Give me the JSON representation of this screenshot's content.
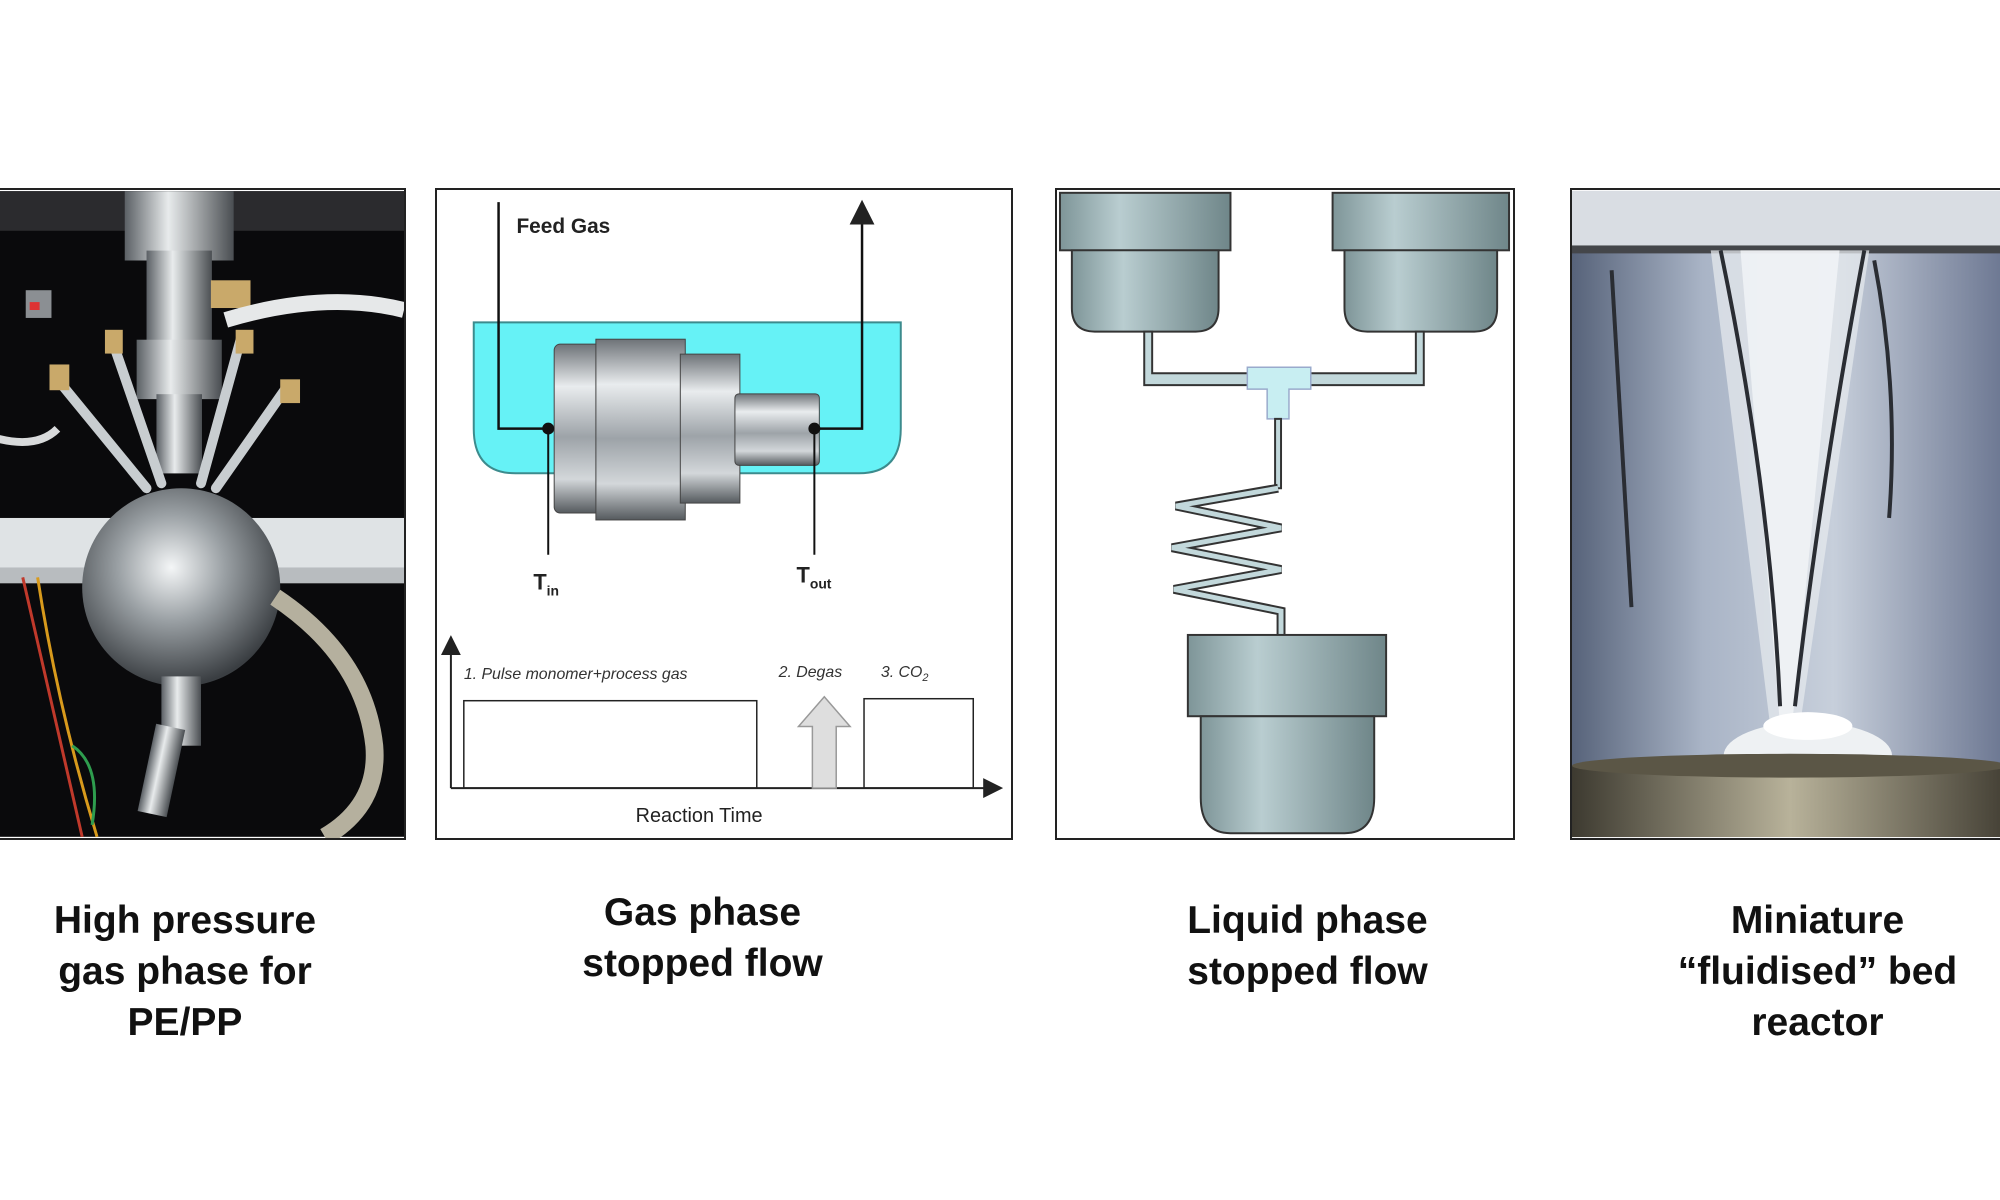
{
  "panels": [
    {
      "id": "high-pressure-reactor",
      "caption": "High pressure\ngas phase for\nPE/PP"
    },
    {
      "id": "gas-phase-stopped-flow",
      "caption": "Gas phase\nstopped flow",
      "labels": {
        "feed_gas": "Feed Gas",
        "t_in": "T",
        "t_in_sub": "in",
        "t_out": "T",
        "t_out_sub": "out",
        "step1": "1. Pulse monomer+process gas",
        "step2": "2. Degas",
        "step3": "3.  CO",
        "step3_sub": "2",
        "x_axis": "Reaction Time"
      },
      "colors": {
        "bath": "#66f2f6",
        "arrow": "#dedede"
      }
    },
    {
      "id": "liquid-phase-stopped-flow",
      "caption": "Liquid phase\nstopped flow",
      "colors": {
        "vessel": "#9fb6b9",
        "tee": "#c8eef2"
      }
    },
    {
      "id": "fluidised-bed-reactor",
      "caption": "Miniature\n“fluidised” bed\nreactor"
    }
  ]
}
